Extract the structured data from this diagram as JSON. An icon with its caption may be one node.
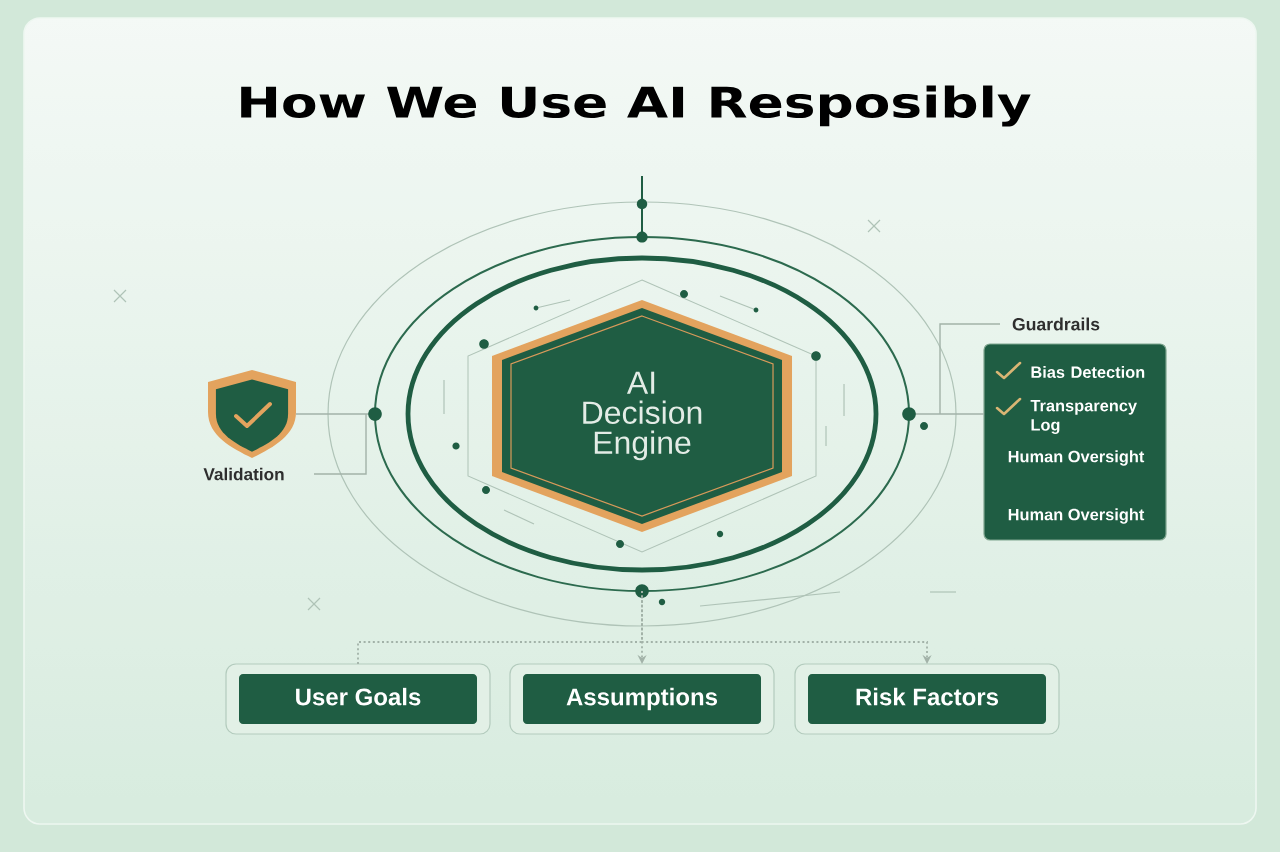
{
  "diagram": {
    "title": "How We Use AI Resposibly",
    "nodes": [
      {
        "text": [],
        "shape": "circle"
      },
      {
        "text": [
          "AI Decision Engine"
        ],
        "in": 0
      },
      {
        "text": [],
        "shape": "shield",
        "beside": [
          "Validation"
        ]
      },
      {
        "text": [
          "Guardrails",
          "Bias Detection",
          "Transparency Log",
          "Human Oversight",
          "Human Oversight"
        ]
      },
      {
        "text": [
          "User Goals"
        ]
      },
      {
        "text": [
          "Assumptions"
        ]
      },
      {
        "text": [
          "Risk Factors"
        ]
      }
    ],
    "edges": [
      {
        "from": 2,
        "to": 0,
        "arrow": "other"
      },
      {
        "from": 3,
        "to": 0,
        "arrow": "other"
      },
      {
        "from": 4,
        "to": 0,
        "arrow": "other",
        "style": "dashed"
      },
      {
        "from": 0,
        "to": 5,
        "arrow": "to",
        "style": "dashed"
      },
      {
        "from": 0,
        "to": 6,
        "arrow": "to",
        "style": "dashed"
      }
    ]
  }
}
